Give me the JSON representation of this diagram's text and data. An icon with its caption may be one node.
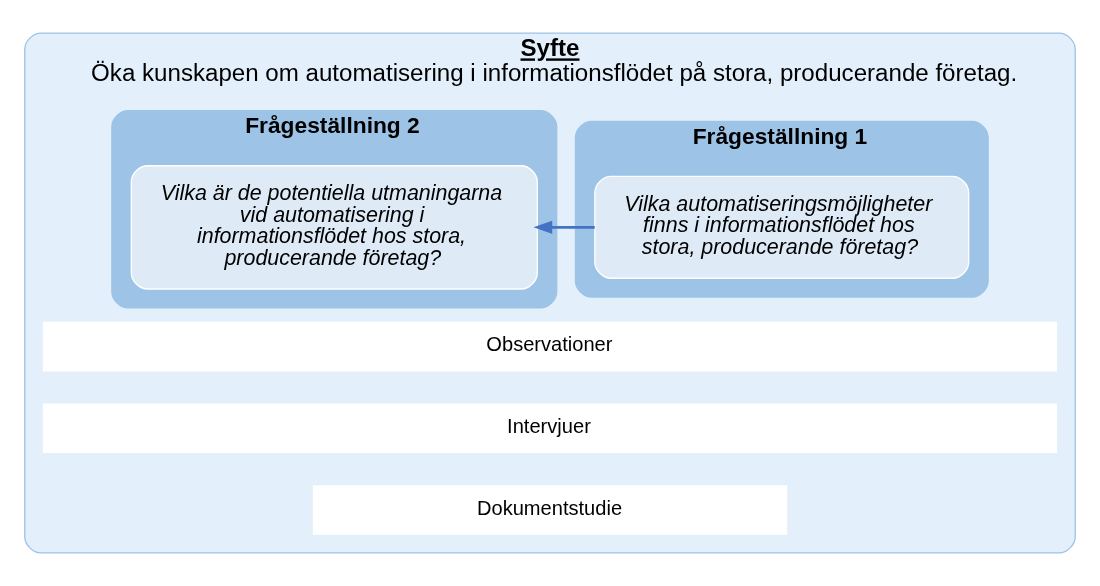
{
  "diagram": {
    "nodes": [
      {
        "text": [
          "Syfte",
          "Öka kunskapen om automatisering i informationsflödet på stora, producerande företag."
        ]
      },
      {
        "text": [
          "Frågeställning 1"
        ],
        "in": 0
      },
      {
        "text": [
          "Vilka automatiseringsmöjligheter finns i informationsflödet hos stora, producerande företag?"
        ],
        "in": 1
      },
      {
        "text": [
          "Frågeställning 2"
        ],
        "in": 0
      },
      {
        "text": [
          "Vilka är de potentiella utmaningarna vid automatisering i informationsflödet hos stora, producerande företag?"
        ],
        "in": 3
      },
      {
        "text": [
          "Observationer"
        ],
        "in": 0
      },
      {
        "text": [
          "Intervjuer"
        ],
        "in": 0
      },
      {
        "text": [
          "Dokumentstudie"
        ],
        "in": 0
      }
    ],
    "edges": [
      {
        "from": 2,
        "to": 4,
        "arrow": "to"
      }
    ]
  }
}
